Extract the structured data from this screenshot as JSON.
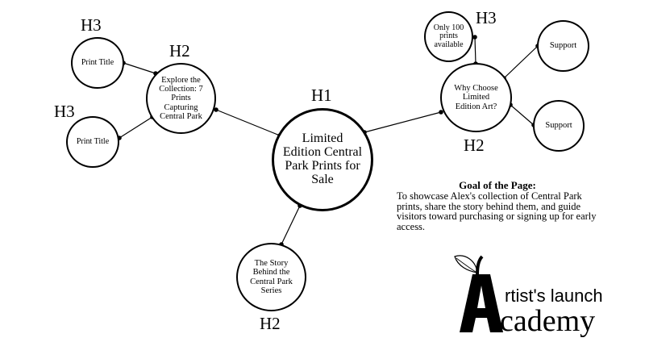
{
  "central": {
    "label": "Limited Edition Central Park Prints for Sale",
    "level": "H1"
  },
  "left_h2": {
    "label": "Explore the Collection: 7 Prints Capturing Central Park",
    "level": "H2"
  },
  "left_h3_top": {
    "label": "Print Title",
    "level": "H3"
  },
  "left_h3_bottom": {
    "label": "Print Title",
    "level": "H3"
  },
  "bottom_h2": {
    "label": "The Story Behind the Central Park Series",
    "level": "H2"
  },
  "right_h2": {
    "label": "Why Choose Limited Edition Art?",
    "level": "H2"
  },
  "right_h3_top": {
    "label": "Only 100 prints available",
    "level": "H3"
  },
  "right_support_top": {
    "label": "Support"
  },
  "right_support_bottom": {
    "label": "Support"
  },
  "goal": {
    "title": "Goal of the Page:",
    "body": "To showcase Alex's collection of Central Park prints, share the story behind them, and guide visitors toward purchasing or signing up for early access."
  },
  "logo": {
    "line1": "rtist's launch",
    "line2": "cademy",
    "initial": "A"
  }
}
